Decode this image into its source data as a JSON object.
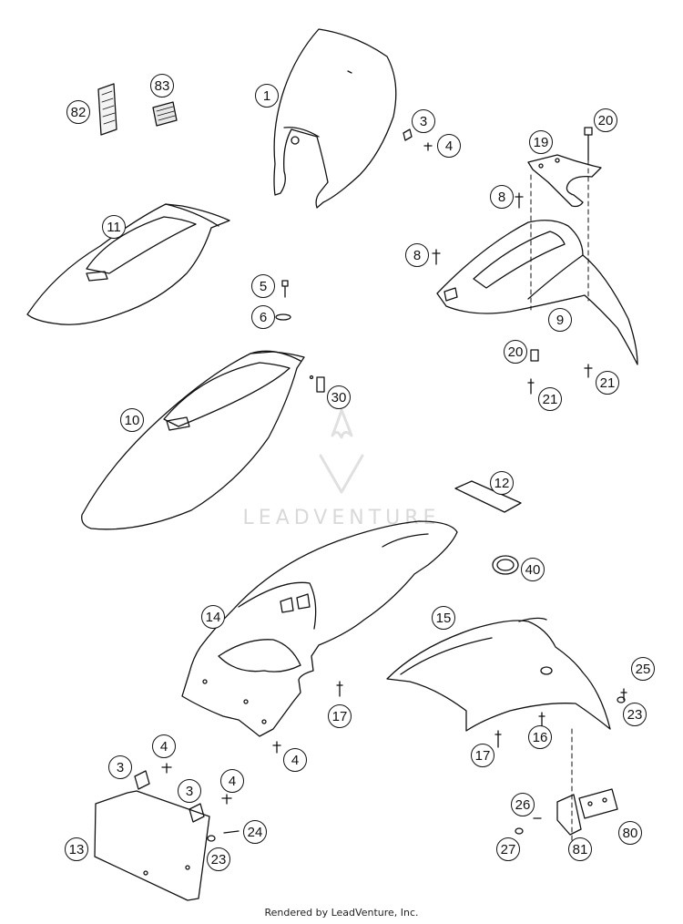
{
  "diagram": {
    "callouts": [
      {
        "id": "c1",
        "label": "1"
      },
      {
        "id": "c3a",
        "label": "3"
      },
      {
        "id": "c4a",
        "label": "4"
      },
      {
        "id": "c82",
        "label": "82"
      },
      {
        "id": "c83",
        "label": "83"
      },
      {
        "id": "c11",
        "label": "11"
      },
      {
        "id": "c5",
        "label": "5"
      },
      {
        "id": "c6",
        "label": "6"
      },
      {
        "id": "c10",
        "label": "10"
      },
      {
        "id": "c30",
        "label": "30"
      },
      {
        "id": "c19",
        "label": "19"
      },
      {
        "id": "c20a",
        "label": "20"
      },
      {
        "id": "c8a",
        "label": "8"
      },
      {
        "id": "c8b",
        "label": "8"
      },
      {
        "id": "c9",
        "label": "9"
      },
      {
        "id": "c20b",
        "label": "20"
      },
      {
        "id": "c21a",
        "label": "21"
      },
      {
        "id": "c21b",
        "label": "21"
      },
      {
        "id": "c12",
        "label": "12"
      },
      {
        "id": "c40",
        "label": "40"
      },
      {
        "id": "c14",
        "label": "14"
      },
      {
        "id": "c15",
        "label": "15"
      },
      {
        "id": "c17a",
        "label": "17"
      },
      {
        "id": "c4b",
        "label": "4"
      },
      {
        "id": "c25",
        "label": "25"
      },
      {
        "id": "c23a",
        "label": "23"
      },
      {
        "id": "c16",
        "label": "16"
      },
      {
        "id": "c17b",
        "label": "17"
      },
      {
        "id": "c4c",
        "label": "4"
      },
      {
        "id": "c3b",
        "label": "3"
      },
      {
        "id": "c4d",
        "label": "4"
      },
      {
        "id": "c3c",
        "label": "3"
      },
      {
        "id": "c24",
        "label": "24"
      },
      {
        "id": "c13",
        "label": "13"
      },
      {
        "id": "c23b",
        "label": "23"
      },
      {
        "id": "c26",
        "label": "26"
      },
      {
        "id": "c80",
        "label": "80"
      },
      {
        "id": "c27",
        "label": "27"
      },
      {
        "id": "c81",
        "label": "81"
      }
    ],
    "watermark": "LEADVENTURE",
    "footer": "Rendered by LeadVenture, Inc."
  }
}
